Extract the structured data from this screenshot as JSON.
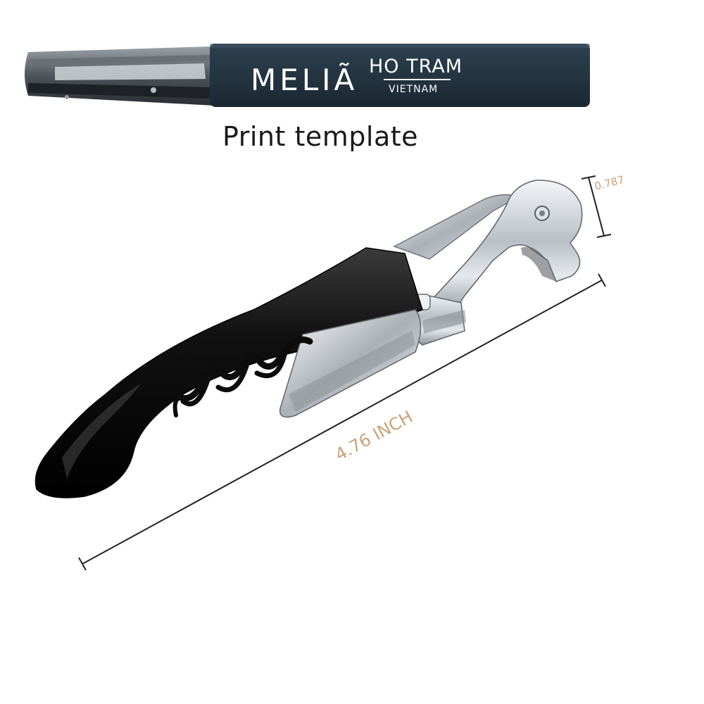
{
  "template": {
    "brand": "MELIÃ",
    "location": "HO TRAM",
    "country": "VIETNAM",
    "handle_color": "#243541",
    "print_color": "#ffffff"
  },
  "caption": "Print template",
  "dimensions": {
    "length_label": "4.76 INCH",
    "width_label": "0.787",
    "label_color": "#c9a27a"
  },
  "product": {
    "handle_color": "#111111",
    "metal_color": "#c7ccd1"
  }
}
